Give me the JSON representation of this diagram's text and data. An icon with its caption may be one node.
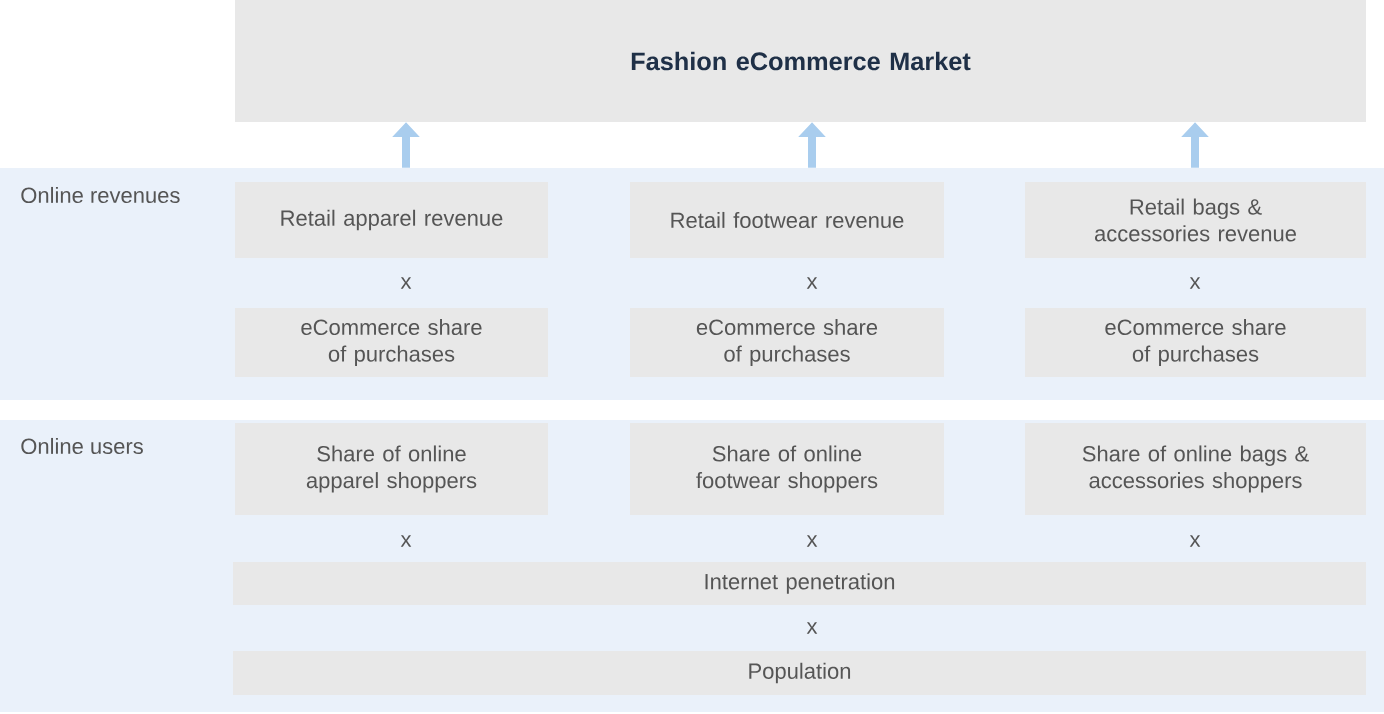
{
  "diagram": {
    "nodes": [
      {
        "text": [
          "Fashion eCommerce Market"
        ]
      },
      {
        "text": [
          "Online revenues"
        ]
      },
      {
        "text": [
          "Retail apparel revenue"
        ],
        "in": 1
      },
      {
        "text": [
          "Retail footwear revenue"
        ],
        "in": 1
      },
      {
        "text": [
          "Retail bags & accessories revenue"
        ],
        "in": 1
      },
      {
        "text": [
          "eCommerce share of purchases"
        ],
        "in": 1
      },
      {
        "text": [
          "eCommerce share of purchases"
        ],
        "in": 1
      },
      {
        "text": [
          "eCommerce share of purchases"
        ],
        "in": 1
      },
      {
        "text": [
          "Online users"
        ]
      },
      {
        "text": [
          "Share of online apparel shoppers"
        ],
        "in": 8
      },
      {
        "text": [
          "Share of online footwear shoppers"
        ],
        "in": 8
      },
      {
        "text": [
          "Share of online bags & accessories shoppers"
        ],
        "in": 8
      },
      {
        "text": [
          "Internet penetration"
        ],
        "in": 8
      },
      {
        "text": [
          "Population"
        ],
        "in": 8
      }
    ],
    "edges": [
      {
        "from": 1,
        "to": 0,
        "arrow": "to"
      },
      {
        "from": 1,
        "to": 0,
        "arrow": "to"
      },
      {
        "from": 1,
        "to": 0,
        "arrow": "to"
      }
    ],
    "labels": [
      "x",
      "x",
      "x",
      "x",
      "x",
      "x",
      "x"
    ]
  }
}
